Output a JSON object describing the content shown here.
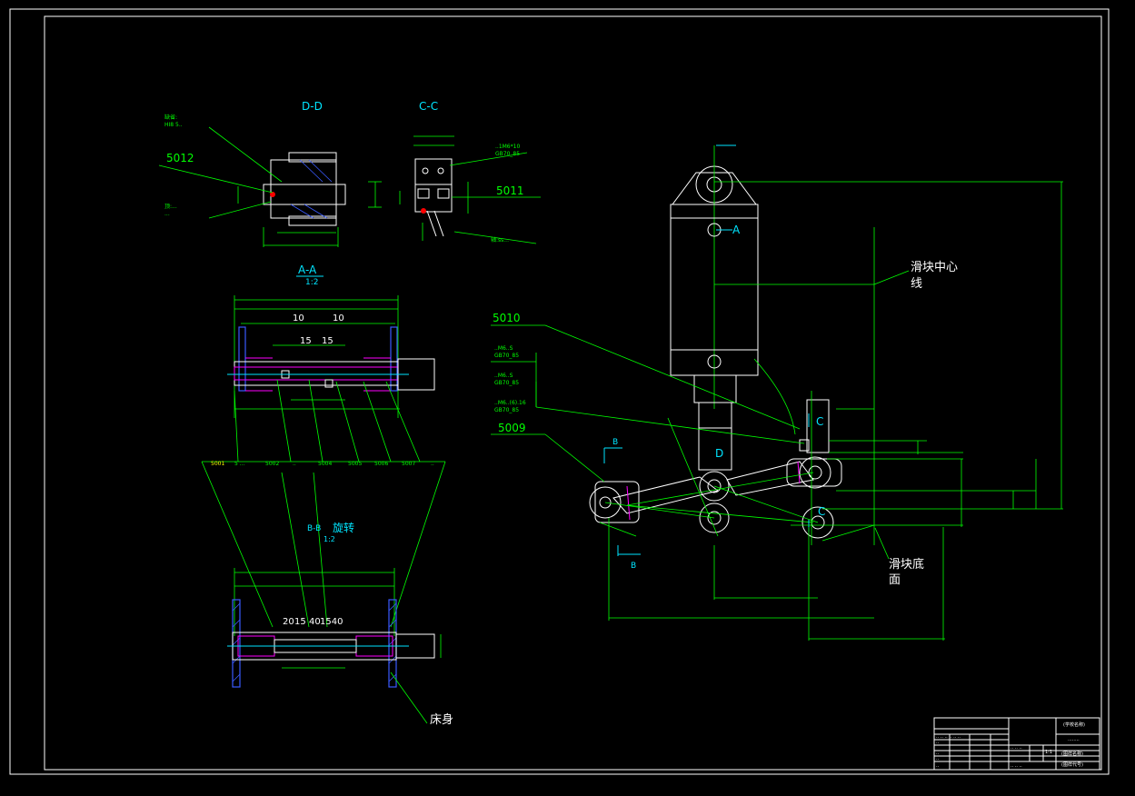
{
  "views": {
    "dd_title": "D-D",
    "cc_title": "C-C",
    "aa_title": "A-A",
    "aa_scale": "1:2",
    "bb_title": "B-B",
    "bb_rotated": "旋转",
    "bb_scale": "1:2"
  },
  "part_numbers": {
    "p5012": "5012",
    "p5011": "5011",
    "p5010": "5010",
    "p5009": "5009"
  },
  "aa_dims": {
    "d10a": "10",
    "d10b": "10",
    "d15a": "15",
    "d15b": "15"
  },
  "bb_dims": {
    "d20": "20",
    "d15": "15",
    "d40": "40",
    "d1540": "1540"
  },
  "section_marks": {
    "a_top": "A",
    "c_top": "C",
    "d_mid": "D",
    "b_left": "B",
    "b_left_low": "B",
    "c_low": "C"
  },
  "notes": {
    "slider_center": "滑块中心",
    "slider_center_2": "线",
    "slider_bottom": "滑块底",
    "slider_bottom_2": "面",
    "bed": "床身"
  },
  "title_block": {
    "school": "(学校名称)",
    "drawing_name": "(图样名称)",
    "drawing_no": "(图样代号)",
    "scale": "1:1"
  }
}
